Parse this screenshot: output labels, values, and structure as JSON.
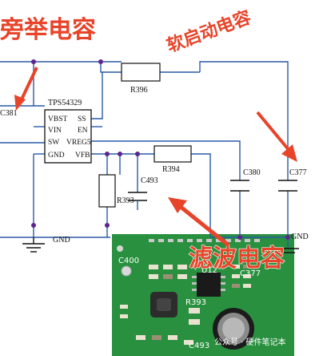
{
  "annotations": {
    "bypass_cap": "旁举电容",
    "soft_start_cap": "软启动电容",
    "filter_cap": "滤波电容"
  },
  "schematic": {
    "chip_name": "TPS54329",
    "pins_left": [
      "VBST",
      "VIN",
      "SW",
      "GND"
    ],
    "pins_right": [
      "SS",
      "EN",
      "VREG5",
      "VFB"
    ],
    "resistors": {
      "r396": "R396",
      "r394": "R394",
      "r393": "R393"
    },
    "capacitors": {
      "c381": "C381",
      "c380": "C380",
      "c377": "C377",
      "c493": "C493"
    },
    "gnd_left": "GND",
    "gnd_right": "GND"
  },
  "board_photo": {
    "labels": {
      "c400": "C400",
      "u12": "U12",
      "c377": "C377",
      "r393": "R393",
      "c493": "C493"
    }
  },
  "watermark": "公众号 · 硬件笔记本",
  "colors": {
    "annotation": "#e8442a",
    "wire": "#2a5aa8",
    "dot": "#5d2590",
    "pcb": "#2e9a44"
  }
}
